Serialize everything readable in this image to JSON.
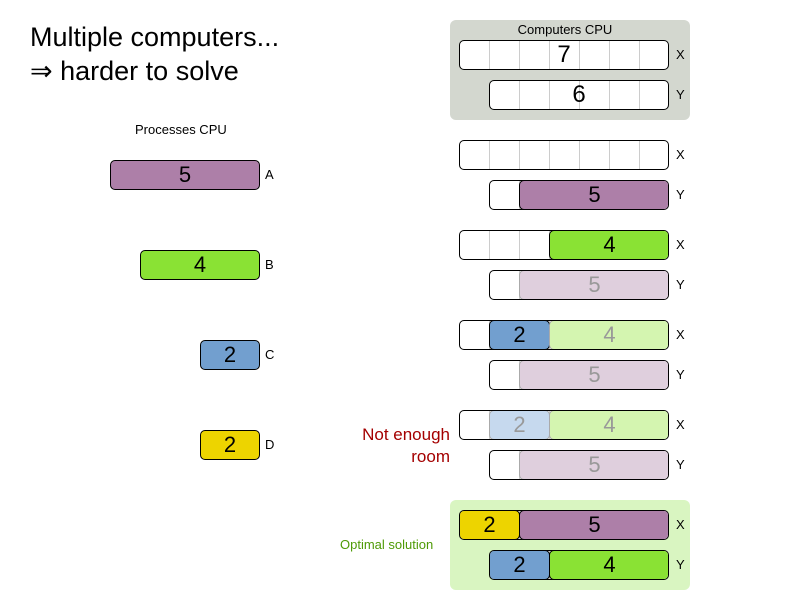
{
  "title_line1": "Multiple computers...",
  "title_line2": "⇒ harder to solve",
  "processes_header": "Processes CPU",
  "computers_header": "Computers CPU",
  "processes": [
    {
      "id": "A",
      "cpu": 5,
      "color": "#ad7fa8",
      "faded_color": "#dfcfdd"
    },
    {
      "id": "B",
      "cpu": 4,
      "color": "#8ae234",
      "faded_color": "#d4f5b0"
    },
    {
      "id": "C",
      "cpu": 2,
      "color": "#729fcf",
      "faded_color": "#c6d9ee"
    },
    {
      "id": "D",
      "cpu": 2,
      "color": "#edd400",
      "faded_color": "#f7ec99"
    }
  ],
  "computers": [
    {
      "id": "X",
      "cpu": 7
    },
    {
      "id": "Y",
      "cpu": 6
    }
  ],
  "steps": [
    {
      "X": [],
      "Y": [
        {
          "p": "A",
          "faded": false
        }
      ]
    },
    {
      "X": [
        {
          "p": "B",
          "faded": false
        }
      ],
      "Y": [
        {
          "p": "A",
          "faded": true
        }
      ]
    },
    {
      "X": [
        {
          "p": "C",
          "faded": false
        },
        {
          "p": "B",
          "faded": true
        }
      ],
      "Y": [
        {
          "p": "A",
          "faded": true
        }
      ]
    },
    {
      "X": [
        {
          "p": "C",
          "faded": true
        },
        {
          "p": "B",
          "faded": true
        }
      ],
      "Y": [
        {
          "p": "A",
          "faded": true
        }
      ],
      "note": "Not enough room",
      "note_color": "#a40000"
    },
    {
      "X": [
        {
          "p": "D",
          "faded": false
        },
        {
          "p": "A",
          "faded": false
        }
      ],
      "Y": [
        {
          "p": "C",
          "faded": false
        },
        {
          "p": "B",
          "faded": false
        }
      ],
      "note": "Optimal solution",
      "note_color": "#4e9a06",
      "highlight": "#d9f5c1"
    }
  ],
  "panel_color": "#d3d7cf"
}
